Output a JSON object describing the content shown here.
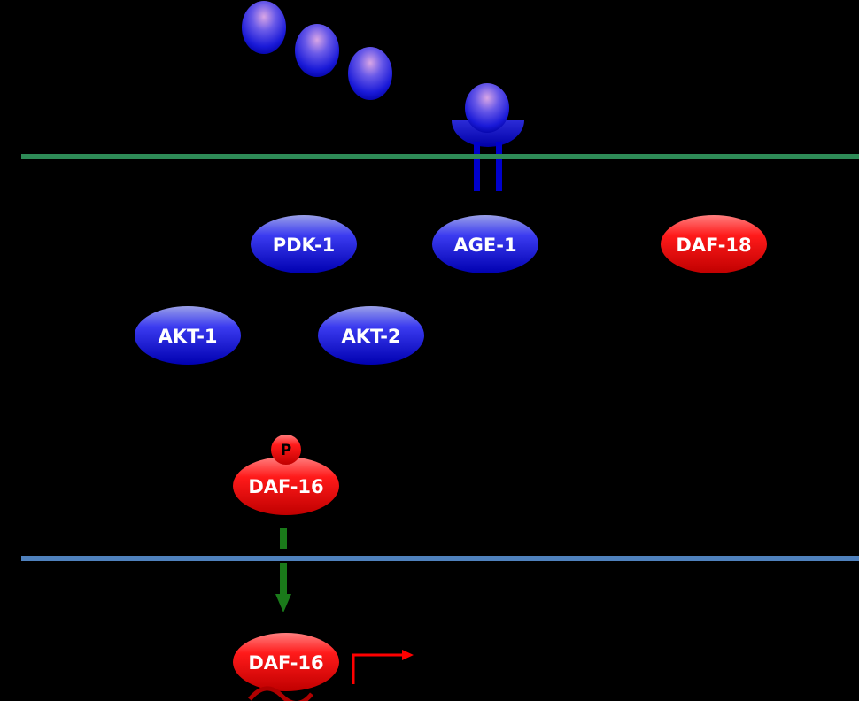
{
  "colors": {
    "background": "#000000",
    "plasma_membrane": "#2e8b57",
    "nuclear_membrane": "#4f81bd",
    "blue_protein": "#0000cc",
    "red_protein": "#e00000",
    "translocation_arrow": "#1a7a1a",
    "transcription_arrow": "#ff0000"
  },
  "proteins": {
    "pdk1": "PDK-1",
    "age1": "AGE-1",
    "daf18": "DAF-18",
    "akt1": "AKT-1",
    "akt2": "AKT-2",
    "daf16_cytoplasm": "DAF-16",
    "phospho": "P",
    "daf16_nucleus": "DAF-16"
  },
  "icons": {
    "ligand": "ligand-sphere-icon",
    "receptor": "receptor-icon",
    "arrow": "arrow-icon"
  }
}
